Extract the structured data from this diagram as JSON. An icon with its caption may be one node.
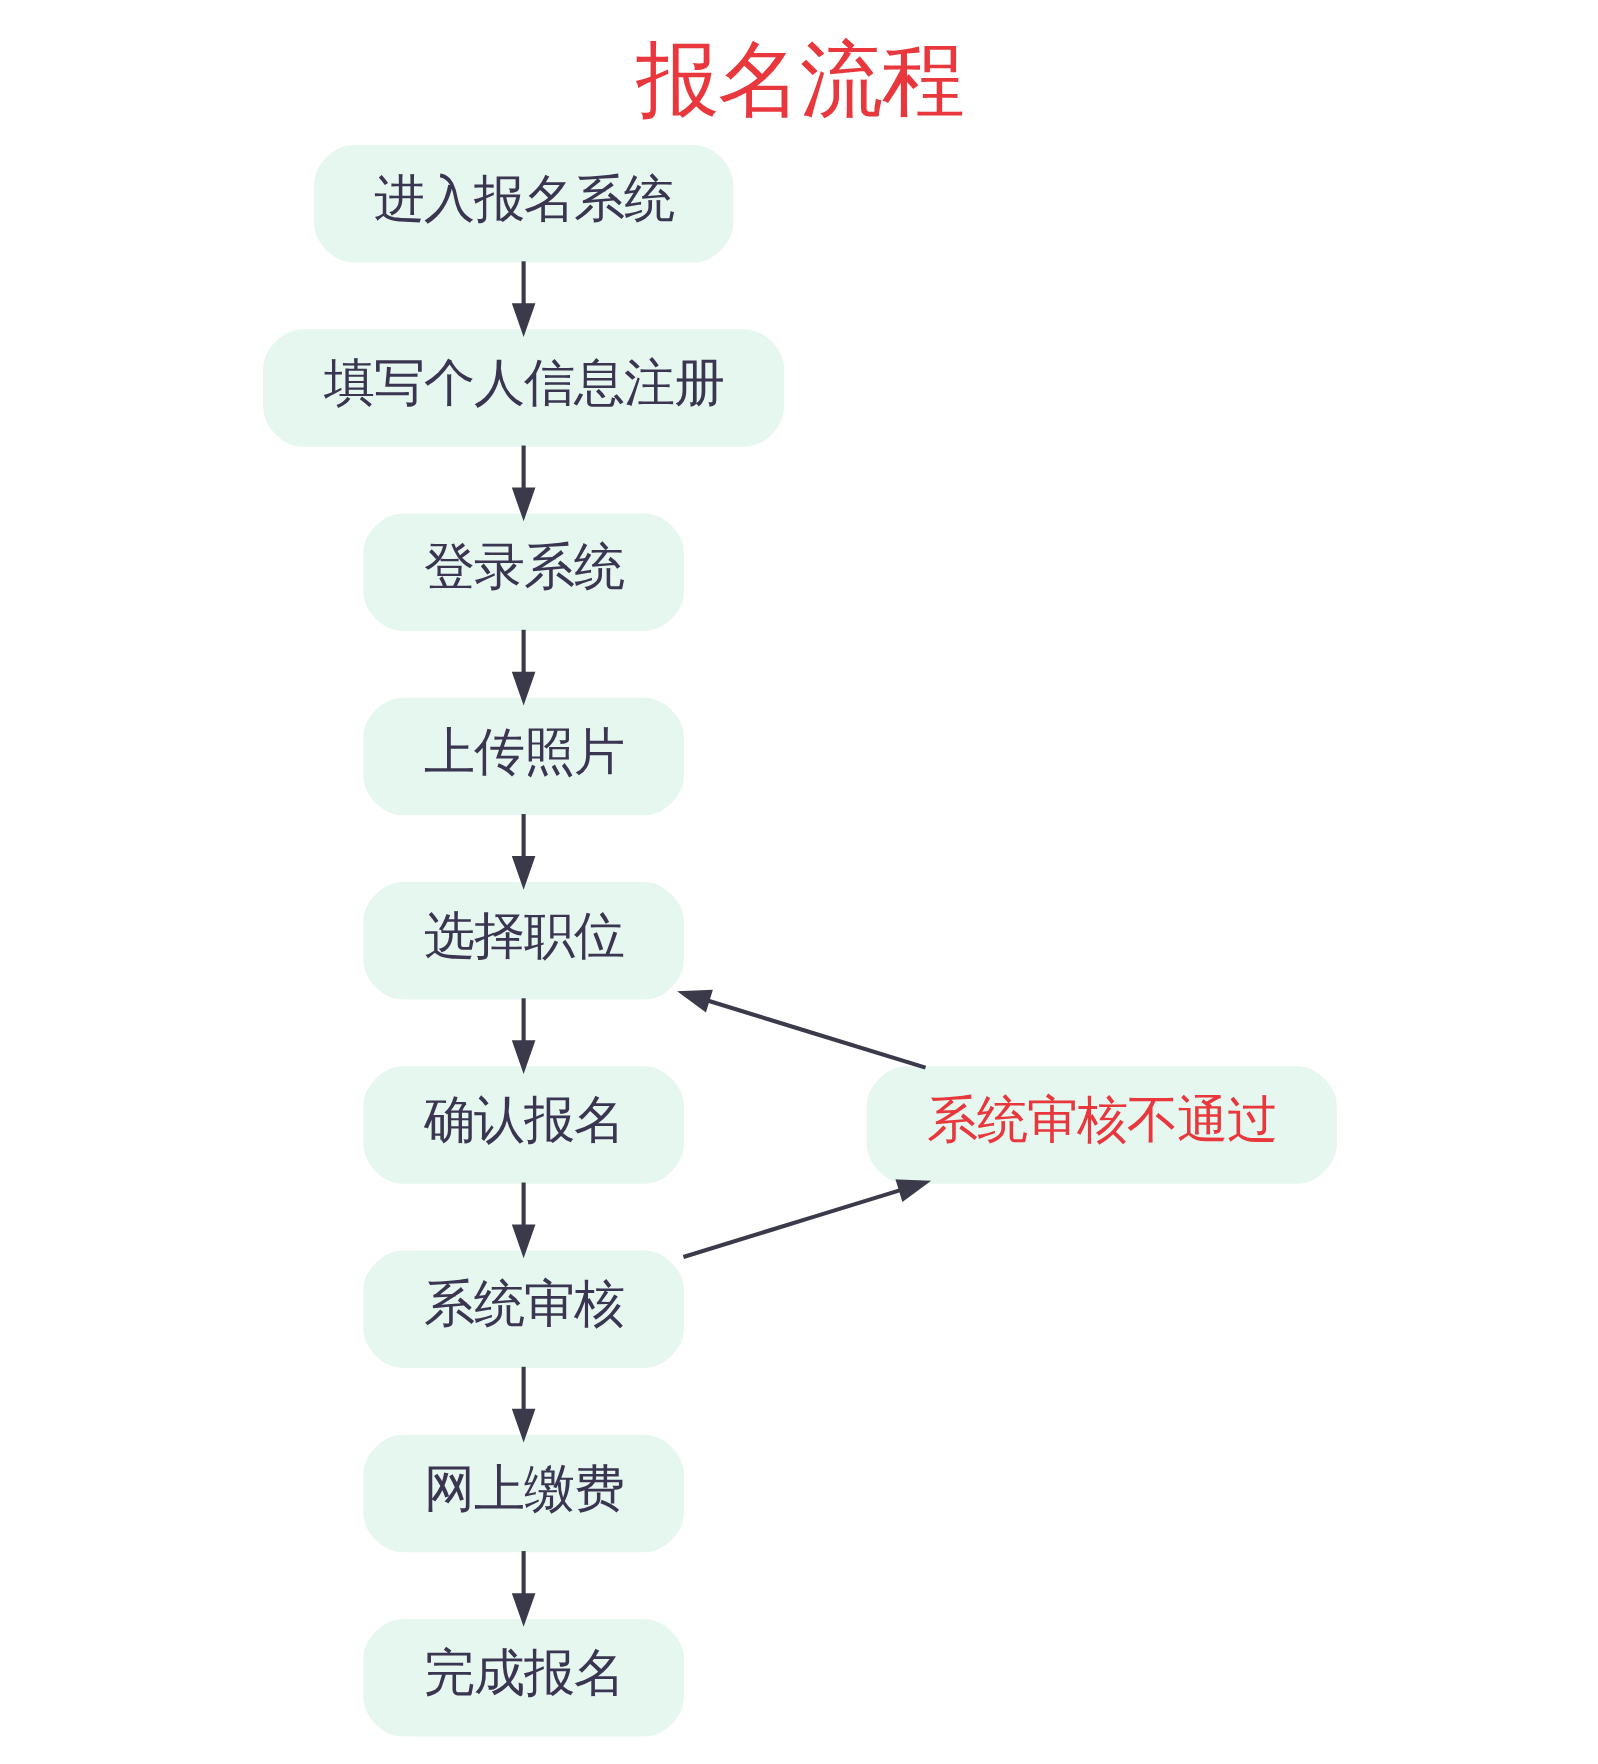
{
  "diagram": {
    "title": "报名流程",
    "nodes": [
      {
        "text": [
          "进入报名系统"
        ]
      },
      {
        "text": [
          "填写个人信息注册"
        ]
      },
      {
        "text": [
          "登录系统"
        ]
      },
      {
        "text": [
          "上传照片"
        ]
      },
      {
        "text": [
          "选择职位"
        ]
      },
      {
        "text": [
          "确认报名"
        ]
      },
      {
        "text": [
          "系统审核"
        ]
      },
      {
        "text": [
          "网上缴费"
        ]
      },
      {
        "text": [
          "完成报名"
        ]
      },
      {
        "text": [
          "系统审核不通过"
        ]
      }
    ],
    "edges": [
      {
        "from": 0,
        "to": 1,
        "arrow": "to"
      },
      {
        "from": 1,
        "to": 2,
        "arrow": "to"
      },
      {
        "from": 2,
        "to": 3,
        "arrow": "to"
      },
      {
        "from": 3,
        "to": 4,
        "arrow": "to"
      },
      {
        "from": 4,
        "to": 5,
        "arrow": "to"
      },
      {
        "from": 5,
        "to": 6,
        "arrow": "to"
      },
      {
        "from": 6,
        "to": 7,
        "arrow": "to"
      },
      {
        "from": 7,
        "to": 8,
        "arrow": "to"
      },
      {
        "from": 6,
        "to": 9,
        "arrow": "to"
      },
      {
        "from": 9,
        "to": 4,
        "arrow": "to"
      }
    ]
  }
}
